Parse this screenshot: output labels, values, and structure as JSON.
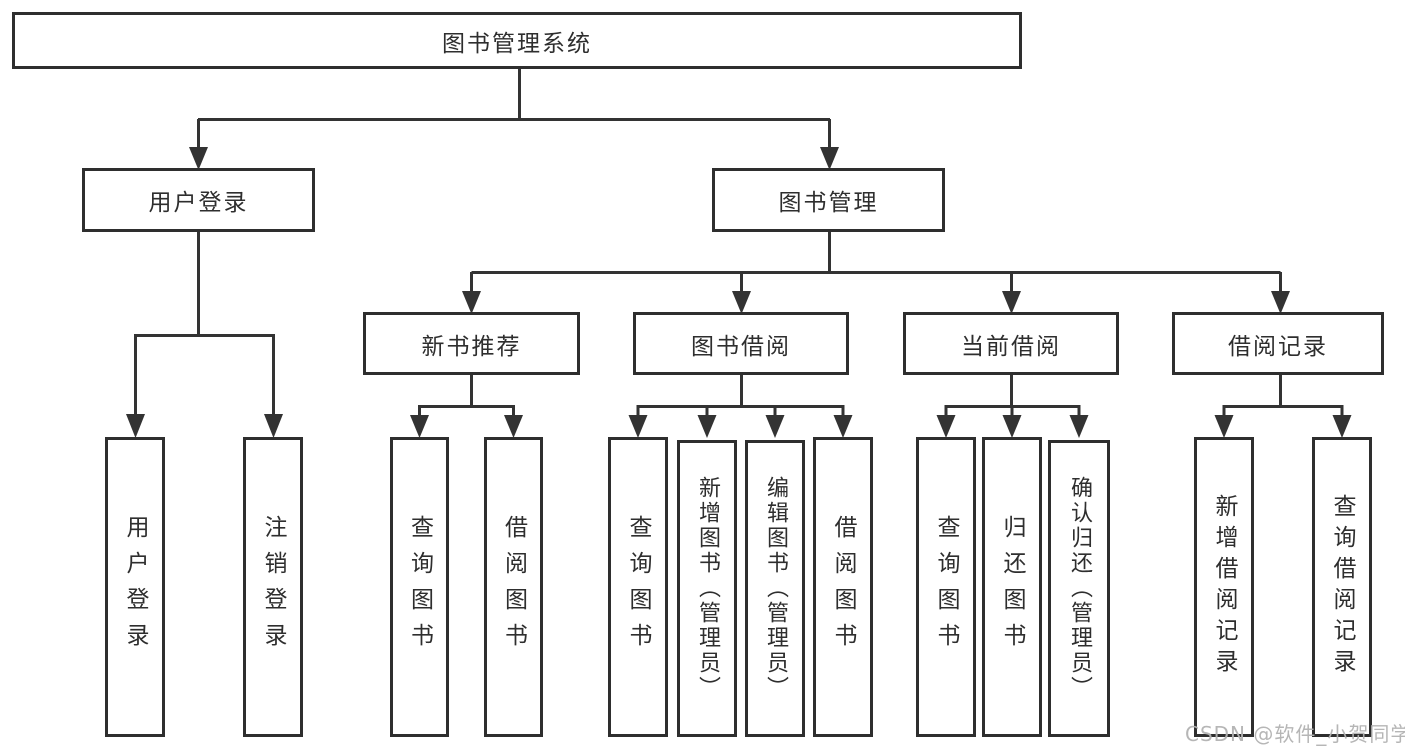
{
  "tree": {
    "root": {
      "label": "图书管理系统"
    },
    "login": {
      "label": "用户登录",
      "children": [
        {
          "label": "用户登录"
        },
        {
          "label": "注销登录"
        }
      ]
    },
    "bookMgmt": {
      "label": "图书管理",
      "sections": [
        {
          "label": "新书推荐",
          "children": [
            {
              "label": "查询图书"
            },
            {
              "label": "借阅图书"
            }
          ]
        },
        {
          "label": "图书借阅",
          "children": [
            {
              "label": "查询图书"
            },
            {
              "label": "新增图书（管理员）"
            },
            {
              "label": "编辑图书（管理员）"
            },
            {
              "label": "借阅图书"
            }
          ]
        },
        {
          "label": "当前借阅",
          "children": [
            {
              "label": "查询图书"
            },
            {
              "label": "归还图书"
            },
            {
              "label": "确认归还（管理员）"
            }
          ]
        },
        {
          "label": "借阅记录",
          "children": [
            {
              "label": "新增借阅记录"
            },
            {
              "label": "查询借阅记录"
            }
          ]
        }
      ]
    }
  },
  "watermark": {
    "text": "CSDN @软件_小贺同学"
  },
  "colors": {
    "line": "#333333",
    "text": "#2e2e2e",
    "background": "#ffffff",
    "watermark": "#b2b2b2"
  }
}
